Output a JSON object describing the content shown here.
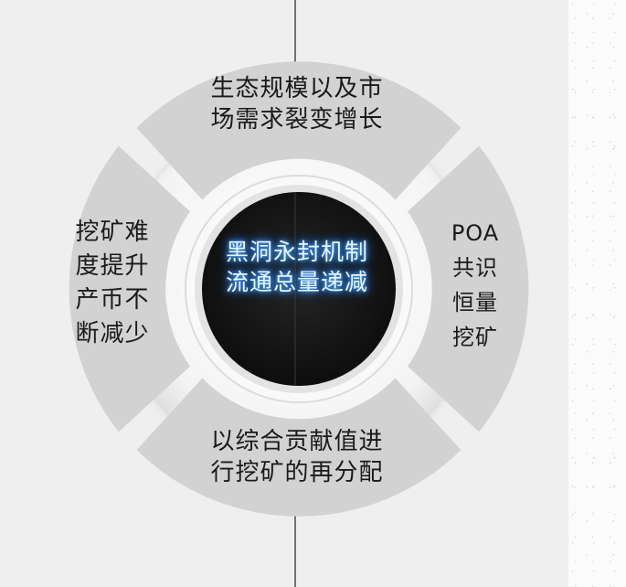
{
  "diagram": {
    "center": {
      "lines": [
        "黑洞永封机制",
        "流通总量递减"
      ]
    },
    "segments": {
      "top": {
        "lines": [
          "生态规模以及市",
          "场需求裂变增长"
        ]
      },
      "right": {
        "lines": [
          "POA",
          "共识",
          "恒量",
          "挖矿"
        ]
      },
      "bottom": {
        "lines": [
          "以综合贡献值进",
          "行挖矿的再分配"
        ]
      },
      "left": {
        "lines": [
          "挖矿难",
          "度提升",
          "产币不",
          "断减少"
        ]
      }
    },
    "colors": {
      "background": "#efefef",
      "segment": "#d2d2d2",
      "ring": "#f7f7f7",
      "center_disc": "#121212",
      "center_glow": "#3d95ff"
    }
  }
}
